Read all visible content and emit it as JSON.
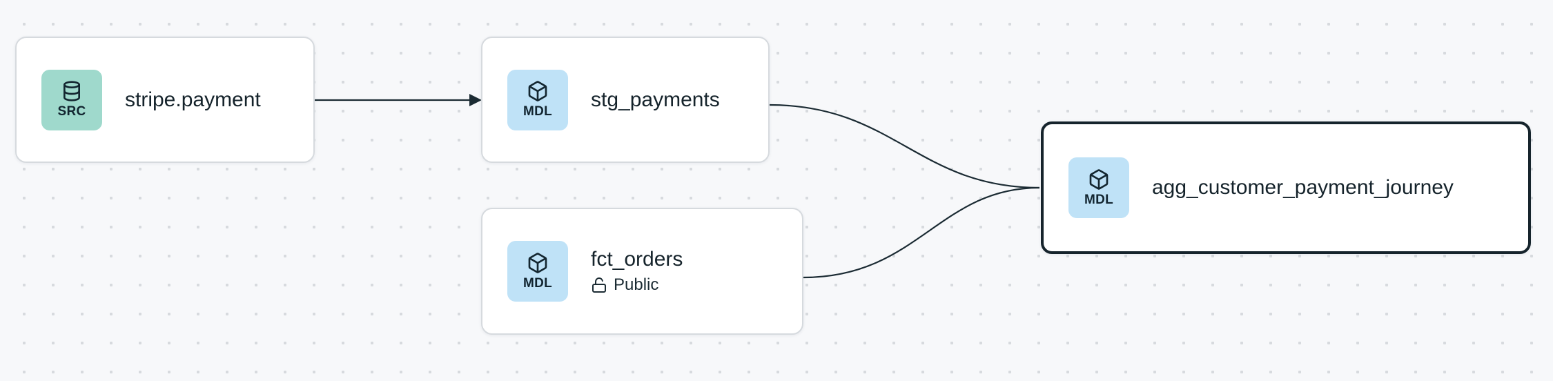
{
  "canvas": {
    "background": "#f7f8fa",
    "dot_color": "#d7dade"
  },
  "nodes": [
    {
      "id": "stripe.payment",
      "title": "stripe.payment",
      "type": "source",
      "badge_label": "SRC",
      "badge_icon": "database-icon",
      "badge_color": "#9fd9cc",
      "selected": false
    },
    {
      "id": "stg_payments",
      "title": "stg_payments",
      "type": "model",
      "badge_label": "MDL",
      "badge_icon": "cube-icon",
      "badge_color": "#bfe2f7",
      "selected": false
    },
    {
      "id": "fct_orders",
      "title": "fct_orders",
      "subtitle": "Public",
      "subtitle_icon": "unlock-icon",
      "type": "model",
      "badge_label": "MDL",
      "badge_icon": "cube-icon",
      "badge_color": "#bfe2f7",
      "selected": false
    },
    {
      "id": "agg_customer_payment_journey",
      "title": "agg_customer_payment_journey",
      "type": "model",
      "badge_label": "MDL",
      "badge_icon": "cube-icon",
      "badge_color": "#bfe2f7",
      "selected": true
    }
  ],
  "edges": [
    {
      "from": "stripe.payment",
      "to": "stg_payments"
    },
    {
      "from": "stg_payments",
      "to": "agg_customer_payment_journey"
    },
    {
      "from": "fct_orders",
      "to": "agg_customer_payment_journey"
    }
  ],
  "colors": {
    "edge": "#1b2b33",
    "node_border": "#d6dade",
    "selected_border": "#16242c",
    "src_badge": "#9fd9cc",
    "mdl_badge": "#bfe2f7"
  }
}
